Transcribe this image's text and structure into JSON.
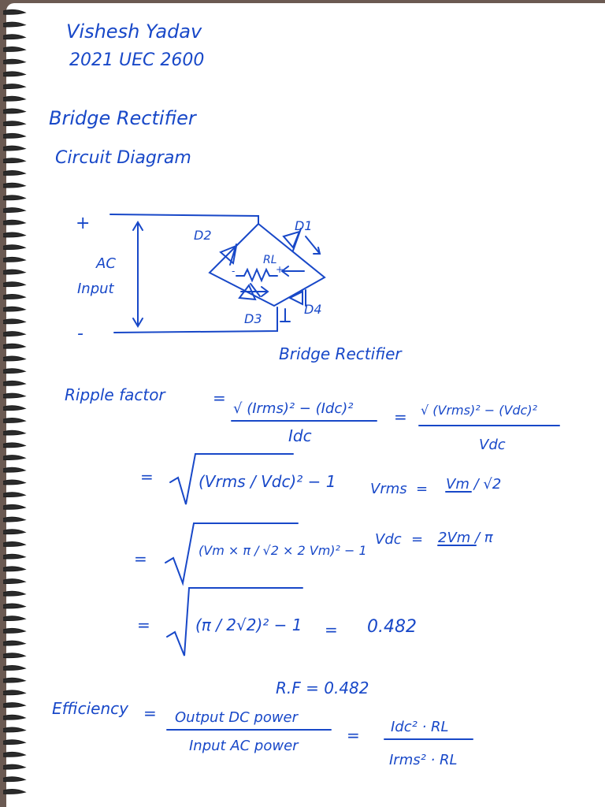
{
  "header": {
    "name": "Vishesh Yadav",
    "roll_no": "2021 UEC 2600"
  },
  "title": "Bridge Rectifier",
  "subtitle": "Circuit Diagram",
  "diagram": {
    "plus": "+",
    "minus": "-",
    "ac_input_line1": "AC",
    "ac_input_line2": "Input",
    "d1": "D1",
    "d2": "D2",
    "d3": "D3",
    "d4": "D4",
    "rl": "RL",
    "rl_plus": "+",
    "rl_minus": "-",
    "caption": "Bridge Rectifier"
  },
  "ripple": {
    "label": "Ripple factor",
    "eq": "=",
    "num1": "√ (Irms)² − (Idc)²",
    "den1": "Idc",
    "num2": "√ (Vrms)² − (Vdc)²",
    "den2": "Vdc",
    "step1": "(Vrms / Vdc)² − 1",
    "step2": "(Vm × π / √2 × 2 Vm)² − 1",
    "step3": "(π / 2√2)² − 1",
    "result": "0.482",
    "vrms_label": "Vrms",
    "vrms_value": "Vm / √2",
    "vdc_label": "Vdc",
    "vdc_value": "2Vm / π",
    "rf": "R.F = 0.482"
  },
  "efficiency": {
    "label": "Efficiency",
    "num": "Output DC power",
    "den": "Input AC power",
    "rnum": "Idc² · RL",
    "rden": "Irms² · RL"
  },
  "colors": {
    "ink": "#1848c8",
    "paper": "#ffffff",
    "background": "#6b5a52"
  }
}
